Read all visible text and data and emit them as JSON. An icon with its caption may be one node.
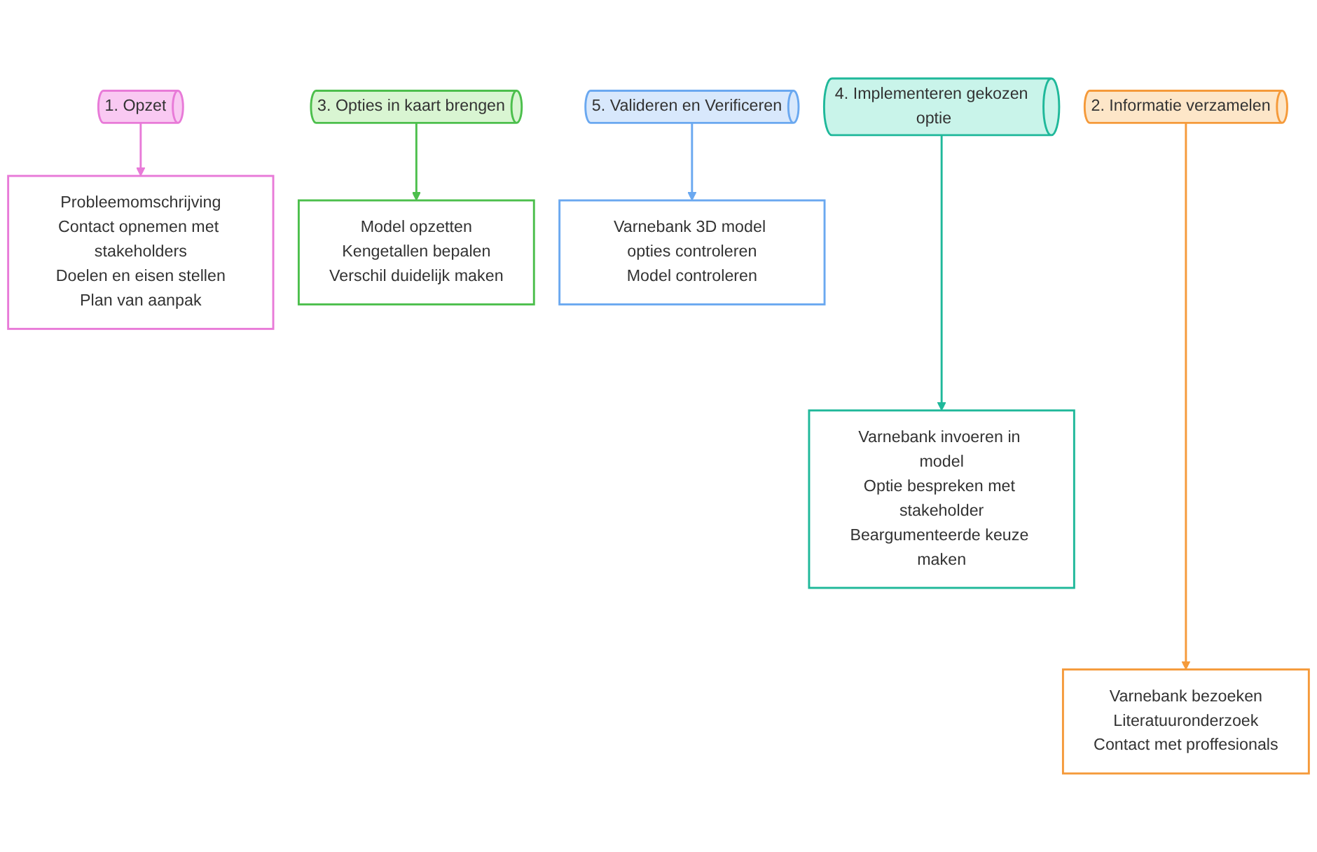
{
  "diagram": {
    "nodes": [
      {
        "text": [
          "1. Opzet"
        ]
      },
      {
        "text": [
          "2. Informatie verzamelen"
        ]
      },
      {
        "text": [
          "3. Opties in kaart brengen"
        ]
      },
      {
        "text": [
          "4. Implementeren gekozen optie"
        ]
      },
      {
        "text": [
          "5. Valideren en Verificeren"
        ]
      },
      {
        "text": [
          "Probleemomschrijving",
          "Contact opnemen met stakeholders",
          "Doelen en eisen stellen",
          "Plan van aanpak"
        ]
      },
      {
        "text": [
          "Varnebank bezoeken",
          "Literatuuronderzoek",
          "Contact met proffesionals"
        ]
      },
      {
        "text": [
          "Model opzetten",
          "Kengetallen bepalen",
          "Verschil duidelijk maken"
        ]
      },
      {
        "text": [
          "Varnebank invoeren in model",
          "Optie bespreken met stakeholder",
          "Beargumenteerde keuze maken"
        ]
      },
      {
        "text": [
          "Varnebank 3D model opties controleren",
          "Model controleren"
        ]
      }
    ],
    "edges": [
      {
        "from": 0,
        "to": 5,
        "arrow": "to",
        "color": "#e87ad8"
      },
      {
        "from": 1,
        "to": 6,
        "arrow": "to",
        "color": "#f59a3a"
      },
      {
        "from": 2,
        "to": 7,
        "arrow": "to",
        "color": "#4cbf4c"
      },
      {
        "from": 3,
        "to": 8,
        "arrow": "to",
        "color": "#1fb89a"
      },
      {
        "from": 4,
        "to": 9,
        "arrow": "to",
        "color": "#6aa8f0"
      }
    ]
  }
}
